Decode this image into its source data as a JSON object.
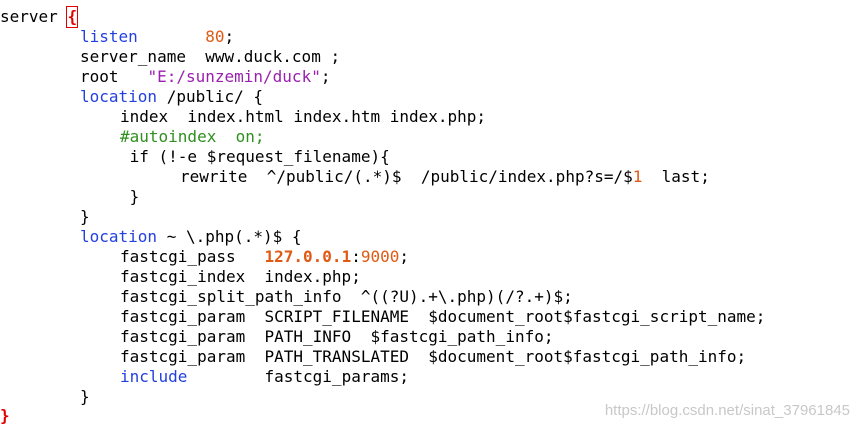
{
  "colors": {
    "keyword": "#2340e0",
    "number": "#e05a14",
    "string": "#9a1fb0",
    "comment": "#2f8f1f",
    "brace_highlight": "#e00000",
    "watermark": "#c8c8c8"
  },
  "code": {
    "l1": {
      "text": "server ",
      "brace": "{"
    },
    "l2": {
      "kw": "listen",
      "gap": "       ",
      "num": "80",
      "end": ";"
    },
    "l3": {
      "text": "server_name  www.duck.com ;"
    },
    "l4": {
      "pre": "root   ",
      "str": "\"E:/sunzemin/duck\"",
      "end": ";"
    },
    "l5": {
      "kw": "location",
      "rest": " /public/ {"
    },
    "l6": {
      "text": "index  index.html index.htm index.php;"
    },
    "l7": {
      "comment": "#autoindex  on;"
    },
    "l8": {
      "text": " if (!-e $request_filename){"
    },
    "l9": {
      "pre": "rewrite  ^/public/(.*)$  /public/index.php?s=/$",
      "num": "1",
      "end": "  last;"
    },
    "l10": {
      "text": " }"
    },
    "l11": {
      "text": "}"
    },
    "l12": {
      "kw": "location",
      "rest": " ~ \\.php(.*)$ {"
    },
    "l13": {
      "pre": "fastcgi_pass   ",
      "ip": "127.0.0.1",
      "colon": ":",
      "port": "9000",
      "end": ";"
    },
    "l14": {
      "text": "fastcgi_index  index.php;"
    },
    "l15": {
      "text": "fastcgi_split_path_info  ^((?U).+\\.php)(/?.+)$;"
    },
    "l16": {
      "text": "fastcgi_param  SCRIPT_FILENAME  $document_root$fastcgi_script_name;"
    },
    "l17": {
      "text": "fastcgi_param  PATH_INFO  $fastcgi_path_info;"
    },
    "l18": {
      "text": "fastcgi_param  PATH_TRANSLATED  $document_root$fastcgi_path_info;"
    },
    "l19": {
      "kw": "include",
      "gap": "        ",
      "rest": "fastcgi_params;"
    },
    "l20": {
      "text": "}"
    },
    "l21": {
      "brace": "}"
    }
  },
  "watermark": "https://blog.csdn.net/sinat_37961845"
}
